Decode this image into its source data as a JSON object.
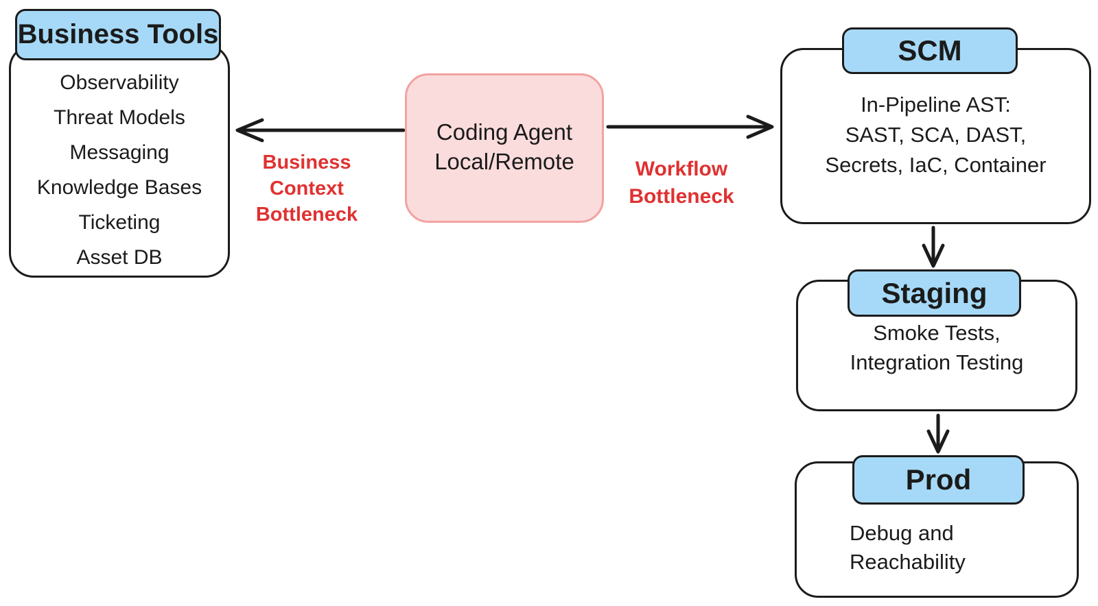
{
  "nodes": {
    "business_tools": {
      "title": "Business Tools",
      "items": [
        "Observability",
        "Threat Models",
        "Messaging",
        "Knowledge Bases",
        "Ticketing",
        "Asset DB"
      ]
    },
    "coding_agent": {
      "line1": "Coding Agent",
      "line2": "Local/Remote"
    },
    "scm": {
      "title": "SCM",
      "line1": "In-Pipeline AST:",
      "line2": "SAST, SCA, DAST,",
      "line3": "Secrets, IaC, Container"
    },
    "staging": {
      "title": "Staging",
      "line1": "Smoke Tests,",
      "line2": "Integration Testing"
    },
    "prod": {
      "title": "Prod",
      "line1": "Debug and",
      "line2": "Reachability"
    }
  },
  "edge_labels": {
    "business_context": {
      "line1": "Business",
      "line2": "Context",
      "line3": "Bottleneck"
    },
    "workflow": {
      "line1": "Workflow",
      "line2": "Bottleneck"
    }
  },
  "colors": {
    "node_header_fill": "#a6d9f7",
    "node_border": "#1b1b1b",
    "agent_fill": "#fbdcdc",
    "agent_border": "#f2a2a2",
    "bottleneck_label": "#e03131",
    "arrow": "#1b1b1b",
    "background": "#ffffff"
  }
}
